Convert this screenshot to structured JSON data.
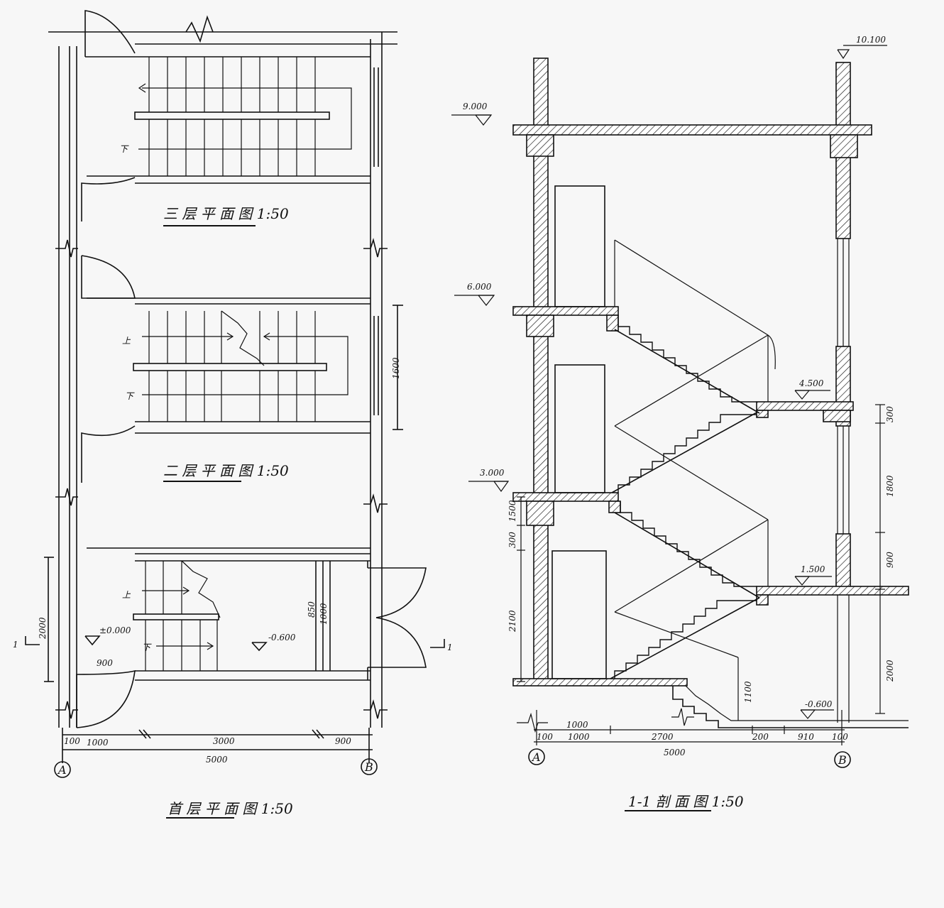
{
  "titles": {
    "third_floor": "三 层 平 面 图 1:50",
    "second_floor": "二 层 平 面 图 1:50",
    "ground_floor": "首 层 平 面 图 1:50",
    "section": "1-1 剖 面 图 1:50"
  },
  "stair_marks": {
    "down": "下",
    "up": "上"
  },
  "plan_levels": {
    "ground": "±0.000",
    "entrance": "-0.600"
  },
  "plan_dims": {
    "d100": "100",
    "d1000": "1000",
    "d3000": "3000",
    "d900": "900",
    "d5000": "5000",
    "d900_door": "900",
    "d2000": "2000",
    "d1600": "1600",
    "d850": "850",
    "d1000_v": "1000"
  },
  "axes": {
    "a": "A",
    "b": "B"
  },
  "section_mark": "1",
  "section_levels": {
    "l10100": "10.100",
    "l9000": "9.000",
    "l6000": "6.000",
    "l4500": "4.500",
    "l3000": "3.000",
    "l1500": "1.500",
    "lneg600": "-0.600"
  },
  "section_dims": {
    "s300a": "300",
    "s1800": "1800",
    "s900": "900",
    "s2000": "2000",
    "s1500": "1500",
    "s300b": "300",
    "s2100": "2100",
    "s1100": "1100",
    "s100": "100",
    "s1000": "1000",
    "s2700": "2700",
    "s200": "200",
    "s910": "910",
    "s5000": "5000"
  }
}
